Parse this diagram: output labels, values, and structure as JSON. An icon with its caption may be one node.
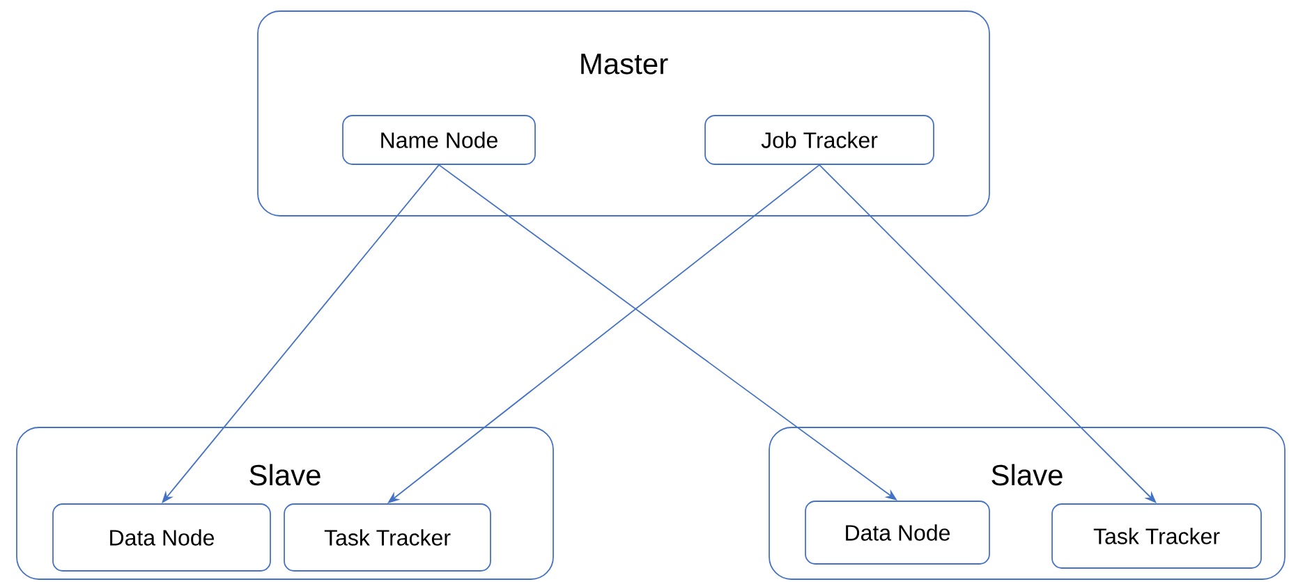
{
  "diagram": {
    "nodes": [
      {
        "text": [
          "Master"
        ]
      },
      {
        "text": [
          "Name Node"
        ],
        "in": 0
      },
      {
        "text": [
          "Job Tracker"
        ],
        "in": 0
      },
      {
        "text": [
          "Slave"
        ]
      },
      {
        "text": [
          "Data Node"
        ],
        "in": 3
      },
      {
        "text": [
          "Task Tracker"
        ],
        "in": 3
      },
      {
        "text": [
          "Slave"
        ]
      },
      {
        "text": [
          "Data Node"
        ],
        "in": 6
      },
      {
        "text": [
          "Task Tracker"
        ],
        "in": 6
      }
    ],
    "edges": [
      {
        "from": 1,
        "to": 4,
        "arrow": "to"
      },
      {
        "from": 1,
        "to": 7,
        "arrow": "to"
      },
      {
        "from": 2,
        "to": 5,
        "arrow": "to"
      },
      {
        "from": 2,
        "to": 8,
        "arrow": "to"
      }
    ]
  }
}
